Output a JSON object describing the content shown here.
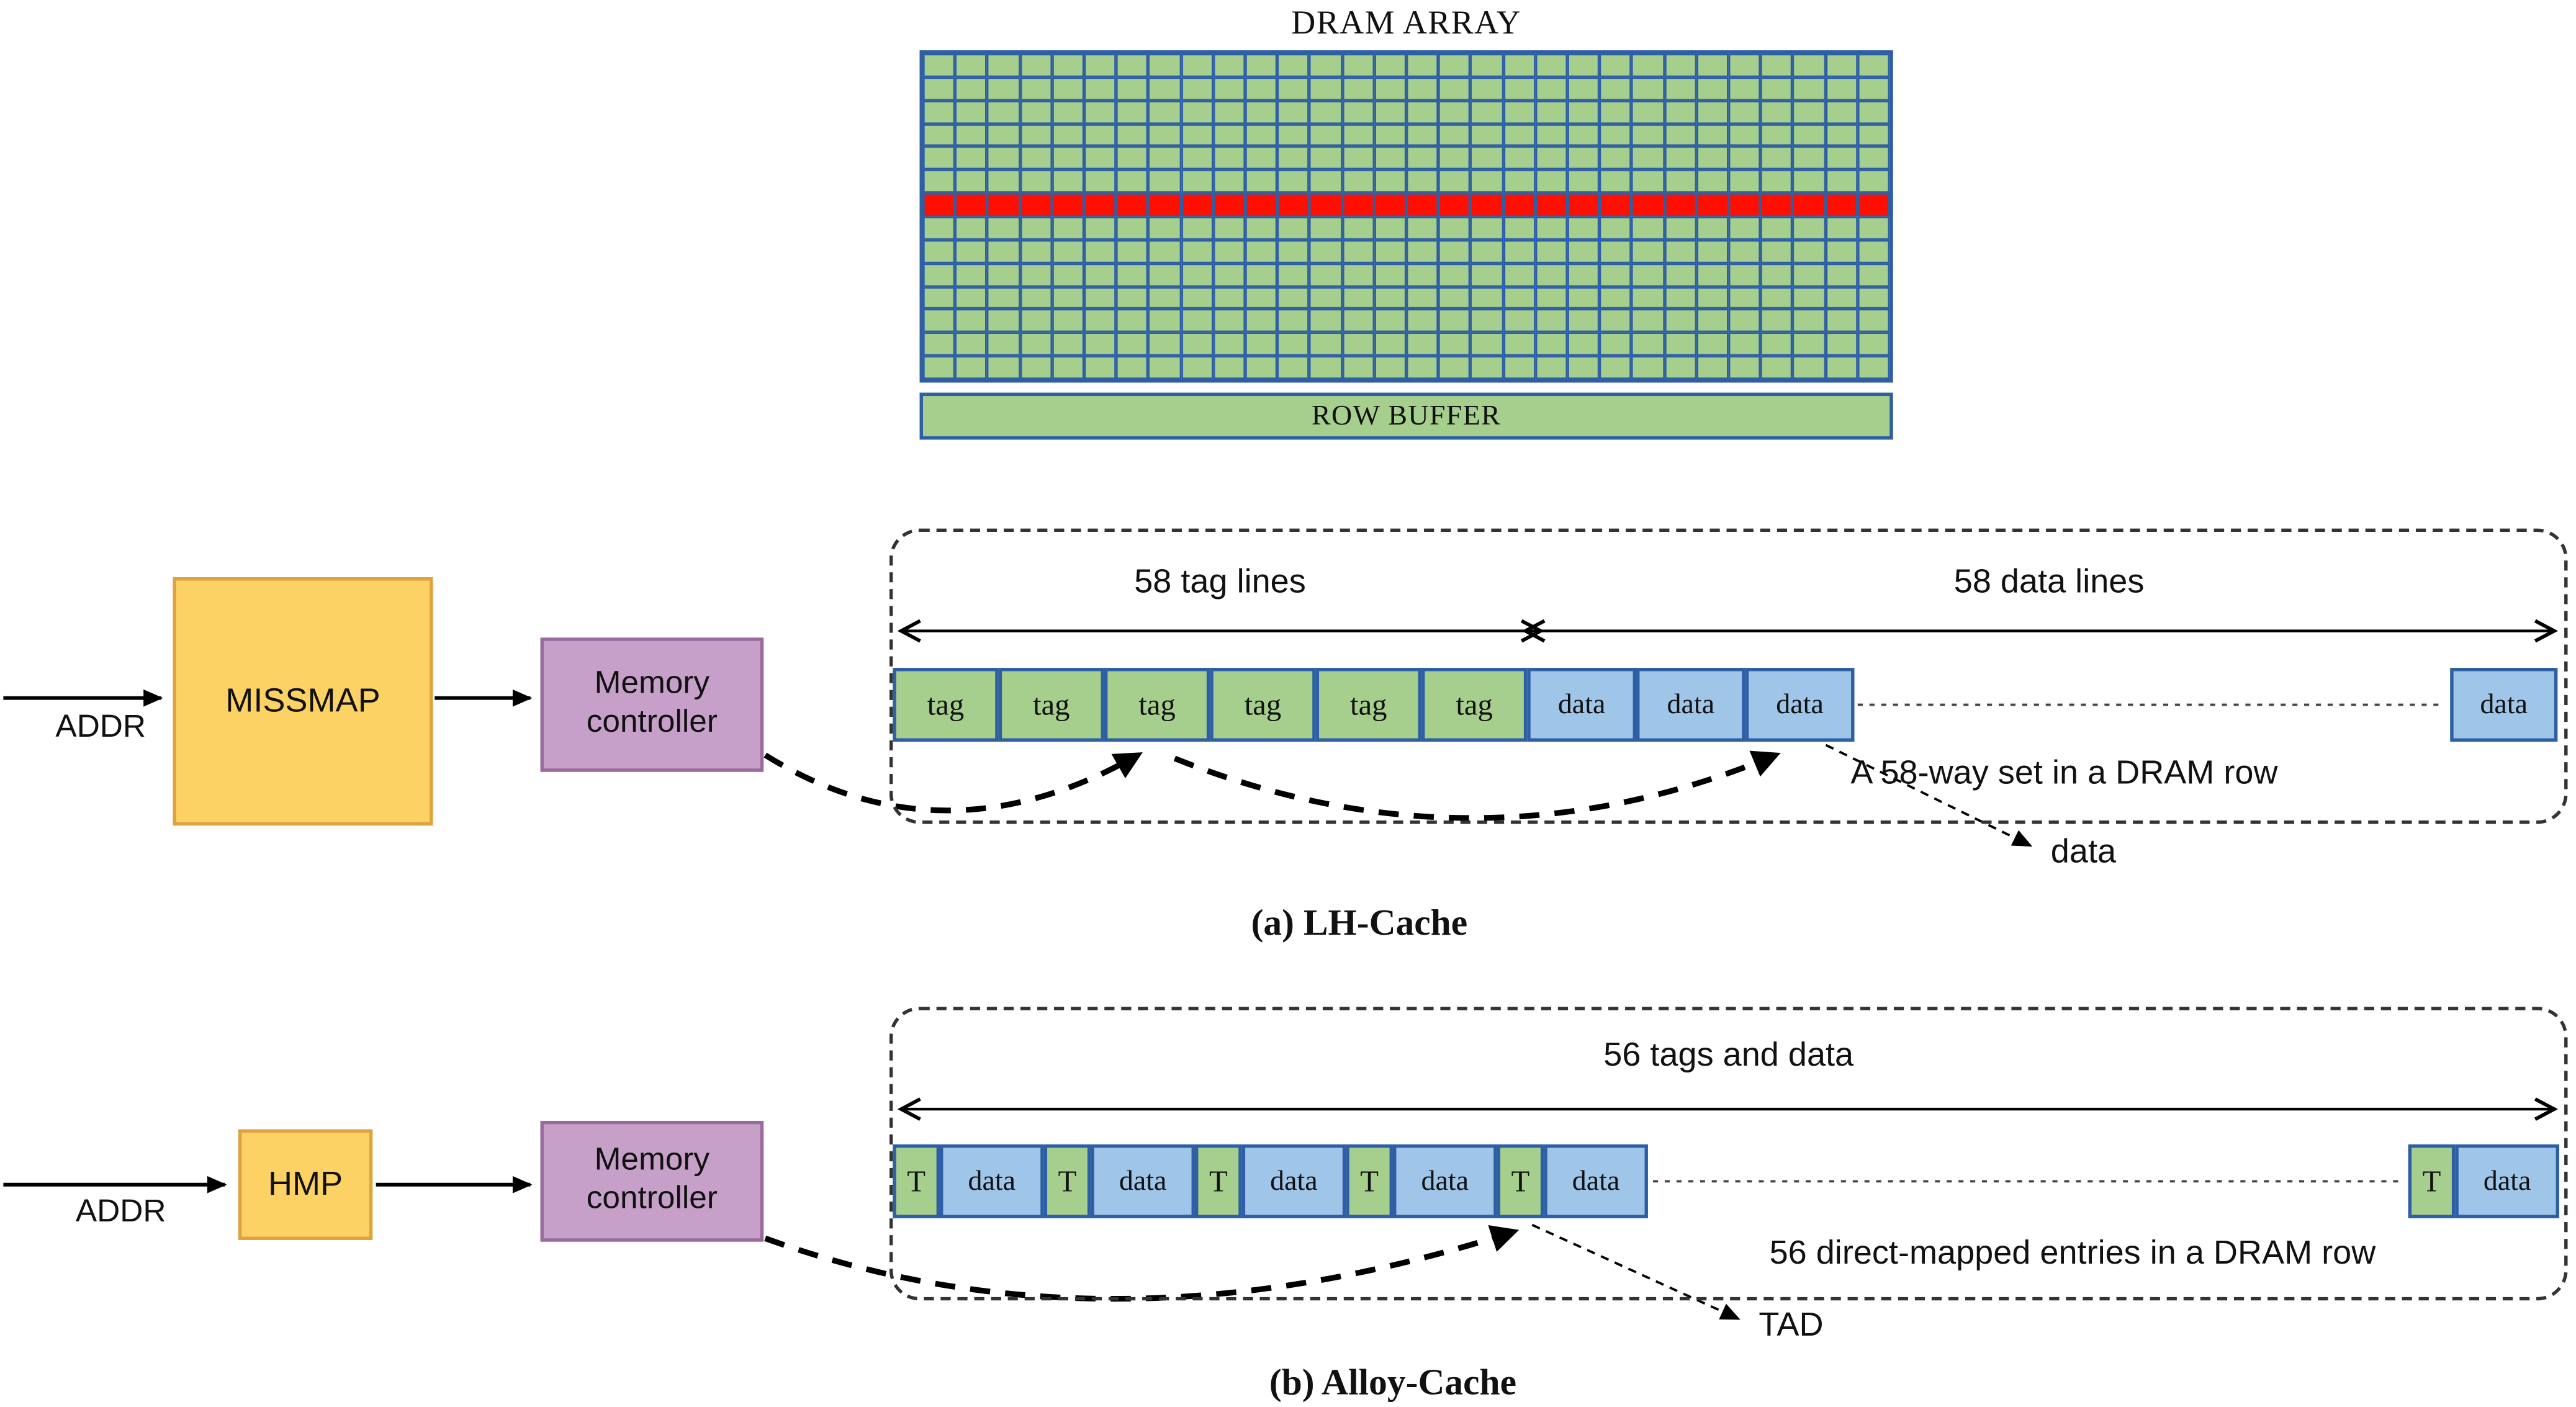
{
  "colors": {
    "cell_green": "#A6CE8C",
    "cell_blue": "#9FC5E8",
    "cell_border": "#2E5FA5",
    "highlight_red": "#FF0F00",
    "box_orange": "#FCD265",
    "box_orange_border": "#DFA23F",
    "box_purple": "#C7A0C9",
    "box_purple_border": "#9A6A9E"
  },
  "dram": {
    "title": "DRAM ARRAY",
    "row_buffer": "ROW BUFFER",
    "grid_cols": 30,
    "grid_rows": 14,
    "highlighted_row": 6
  },
  "lh": {
    "addr": "ADDR",
    "missmap": "MISSMAP",
    "memory_controller": "Memory controller",
    "tag_lines": "58 tag lines",
    "data_lines": "58 data lines",
    "tags": [
      "tag",
      "tag",
      "tag",
      "tag",
      "tag",
      "tag"
    ],
    "datas": [
      "data",
      "data",
      "data"
    ],
    "last_data": "data",
    "note": "A 58-way set in a DRAM row",
    "pointer": "data",
    "caption": "(a) LH-Cache"
  },
  "alloy": {
    "addr": "ADDR",
    "hmp": "HMP",
    "memory_controller": "Memory controller",
    "span": "56 tags and data",
    "t": [
      "T",
      "T",
      "T",
      "T",
      "T"
    ],
    "d": [
      "data",
      "data",
      "data",
      "data",
      "data"
    ],
    "last_t": "T",
    "last_d": "data",
    "note": "56 direct-mapped entries in a DRAM row",
    "pointer": "TAD",
    "caption": "(b) Alloy-Cache"
  }
}
